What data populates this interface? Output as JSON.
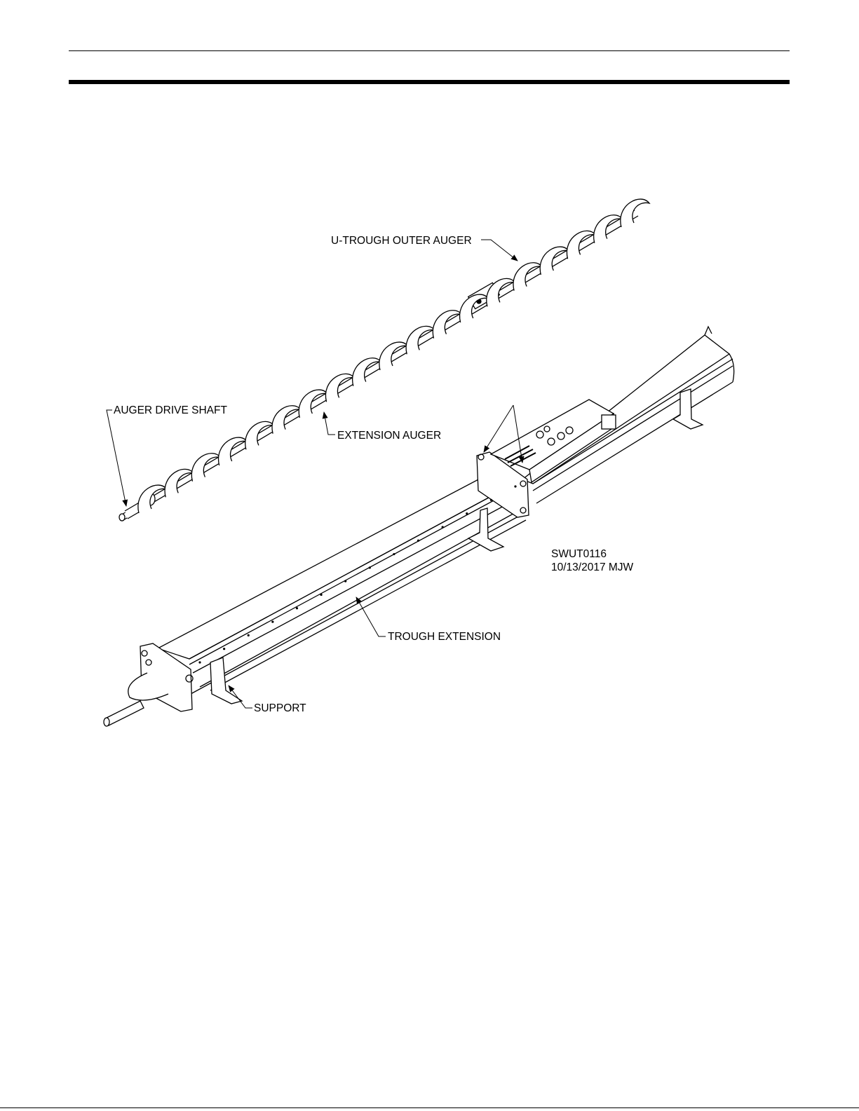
{
  "figure": {
    "labels": {
      "outer_auger": "U-TROUGH OUTER AUGER",
      "drive_shaft": "AUGER DRIVE SHAFT",
      "extension_auger": "EXTENSION AUGER",
      "trough_extension": "TROUGH EXTENSION",
      "support": "SUPPORT"
    },
    "drawing_id": "SWUT0116",
    "drawing_date": "10/13/2017 MJW"
  }
}
